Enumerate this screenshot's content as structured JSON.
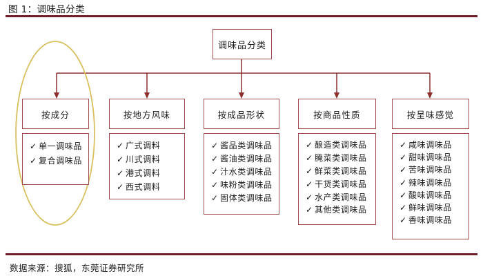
{
  "figure": {
    "title": "图 1：调味品分类",
    "source": "数据来源：搜狐，东莞证券研究所"
  },
  "colors": {
    "rule": "#6d1f27",
    "box_border": "#9c4a4a",
    "connector": "#8b2e2e",
    "highlight_ellipse": "#d8c060"
  },
  "diagram": {
    "root": {
      "label": "调味品分类"
    },
    "columns": [
      {
        "header": "按成分",
        "highlighted": true,
        "items": [
          "单一调味品",
          "复合调味品"
        ]
      },
      {
        "header": "按地方风味",
        "highlighted": false,
        "items": [
          "广式调料",
          "川式调料",
          "港式调料",
          "西式调料"
        ]
      },
      {
        "header": "按成品形状",
        "highlighted": false,
        "items": [
          "酱品类调味品",
          "酱油类调味品",
          "汁水类调味品",
          "味粉类调味品",
          "固体类调味品"
        ]
      },
      {
        "header": "按商品性质",
        "highlighted": false,
        "items": [
          "酿造类调味品",
          "腌菜类调味品",
          "鲜菜类调味品",
          "干货类调味品",
          "水产类调味品",
          "其他类调味品"
        ]
      },
      {
        "header": "按呈味感觉",
        "highlighted": false,
        "items": [
          "咸味调味品",
          "甜味调味品",
          "苦味调味品",
          "辣味调味品",
          "酸味调味品",
          "鲜味调味品",
          "香味调味品"
        ]
      }
    ],
    "check_glyph": "✓"
  }
}
